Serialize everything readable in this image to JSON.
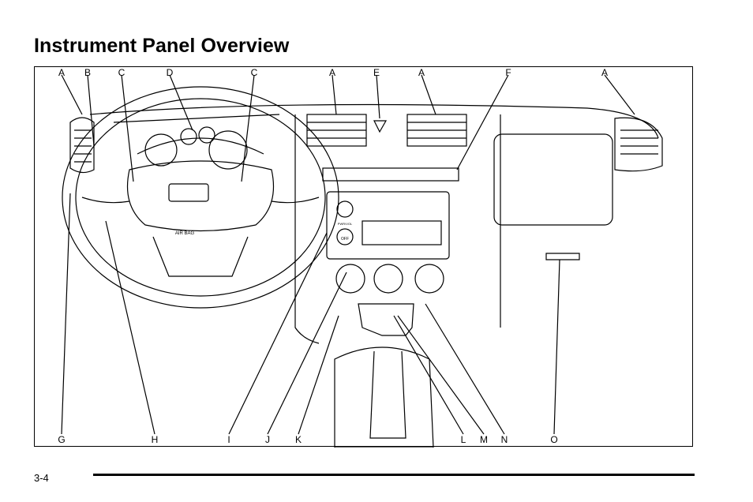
{
  "page": {
    "title": "Instrument Panel Overview",
    "page_number": "3-4"
  },
  "figure": {
    "top_callouts": [
      "A",
      "B",
      "C",
      "D",
      "C",
      "A",
      "E",
      "A",
      "F",
      "A"
    ],
    "bottom_callouts": [
      "G",
      "H",
      "I",
      "J",
      "K",
      "L",
      "M",
      "N",
      "O"
    ],
    "labels": {
      "airbag": "AIR BAG",
      "radio_off": "OFF",
      "radio_power": "PWR/VOL"
    }
  }
}
